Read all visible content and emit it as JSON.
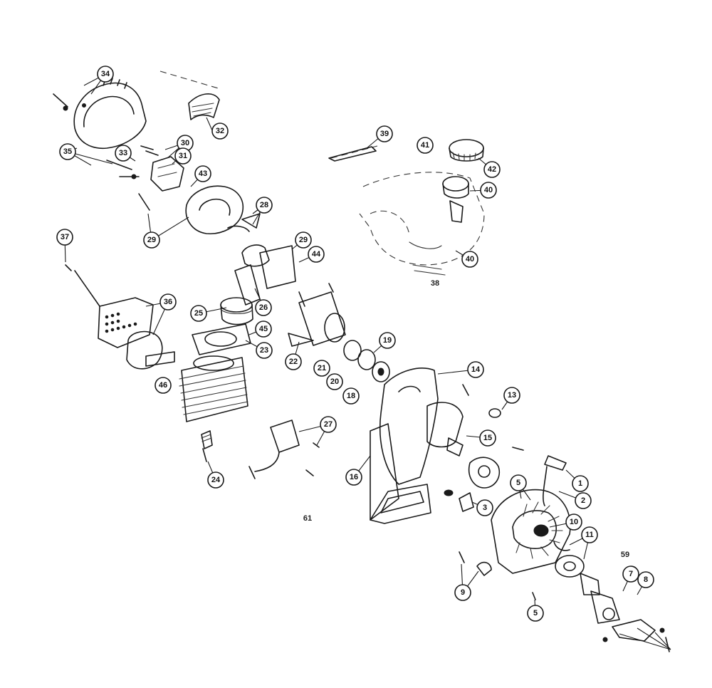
{
  "callouts": [
    {
      "label": "34"
    },
    {
      "label": "32"
    },
    {
      "label": "30"
    },
    {
      "label": "35"
    },
    {
      "label": "33"
    },
    {
      "label": "31"
    },
    {
      "label": "43"
    },
    {
      "label": "29"
    },
    {
      "label": "28"
    },
    {
      "label": "39"
    },
    {
      "label": "41"
    },
    {
      "label": "42"
    },
    {
      "label": "40"
    },
    {
      "label": "37"
    },
    {
      "label": "29"
    },
    {
      "label": "44"
    },
    {
      "label": "40"
    },
    {
      "label": "36"
    },
    {
      "label": "25"
    },
    {
      "label": "26"
    },
    {
      "label": "45"
    },
    {
      "label": "23"
    },
    {
      "label": "19"
    },
    {
      "label": "22"
    },
    {
      "label": "21"
    },
    {
      "label": "20"
    },
    {
      "label": "18"
    },
    {
      "label": "14"
    },
    {
      "label": "46"
    },
    {
      "label": "13"
    },
    {
      "label": "27"
    },
    {
      "label": "15"
    },
    {
      "label": "24"
    },
    {
      "label": "16"
    },
    {
      "label": "1"
    },
    {
      "label": "5"
    },
    {
      "label": "2"
    },
    {
      "label": "3"
    },
    {
      "label": "10"
    },
    {
      "label": "11"
    },
    {
      "label": "7"
    },
    {
      "label": "8"
    },
    {
      "label": "9"
    },
    {
      "label": "5"
    }
  ],
  "plain_labels": [
    {
      "label": "38"
    },
    {
      "label": "61"
    },
    {
      "label": "59"
    }
  ]
}
